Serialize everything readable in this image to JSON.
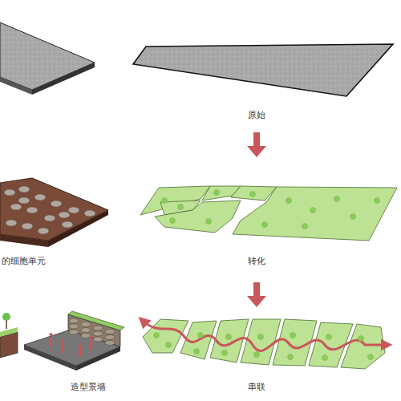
{
  "diagram": {
    "labels": [
      "原始",
      "的细胞单元",
      "转化",
      "造型景墙",
      "串联"
    ]
  }
}
